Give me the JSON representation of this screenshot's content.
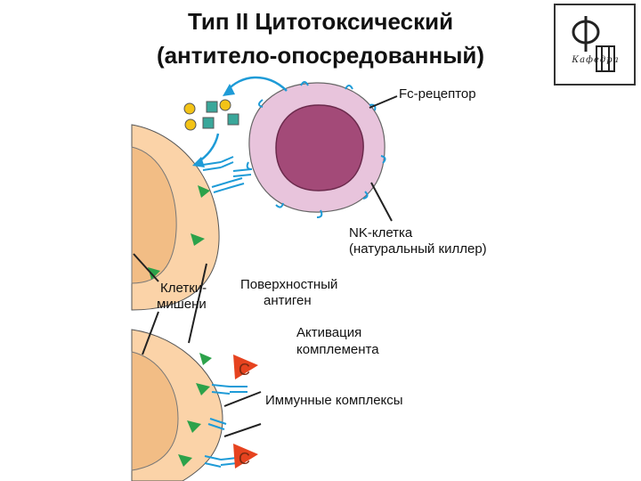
{
  "title": {
    "line1": "Тип II Цитотоксический",
    "line2": "(антитело-опосредованный)"
  },
  "labels": {
    "fc_receptor": "Fc-рецептор",
    "nk_cell_line1": "NK-клетка",
    "nk_cell_line2": "(натуральный киллер)",
    "target_cells_line1": "Клетки-",
    "target_cells_line2": "мишени",
    "surface_antigen_line1": "Поверхностный",
    "surface_antigen_line2": "антиген",
    "complement_line1": "Активация",
    "complement_line2": "комплемента",
    "immune_complexes": "Иммунные комплексы",
    "complement_symbol": "C"
  },
  "logo": {
    "text": "Кафедра",
    "icon": "department-emblem-icon"
  },
  "colors": {
    "target_cell_outer": "#fbd3a8",
    "target_cell_inner": "#f2bd85",
    "nk_cell_outer": "#e8c4dc",
    "nk_cell_inner": "#a34a78",
    "antibody": "#1e9bd7",
    "antigen": "#2ca24a",
    "complement": "#e6431f",
    "cytokine_circle": "#f3c316",
    "cytokine_square": "#3aa79a"
  }
}
